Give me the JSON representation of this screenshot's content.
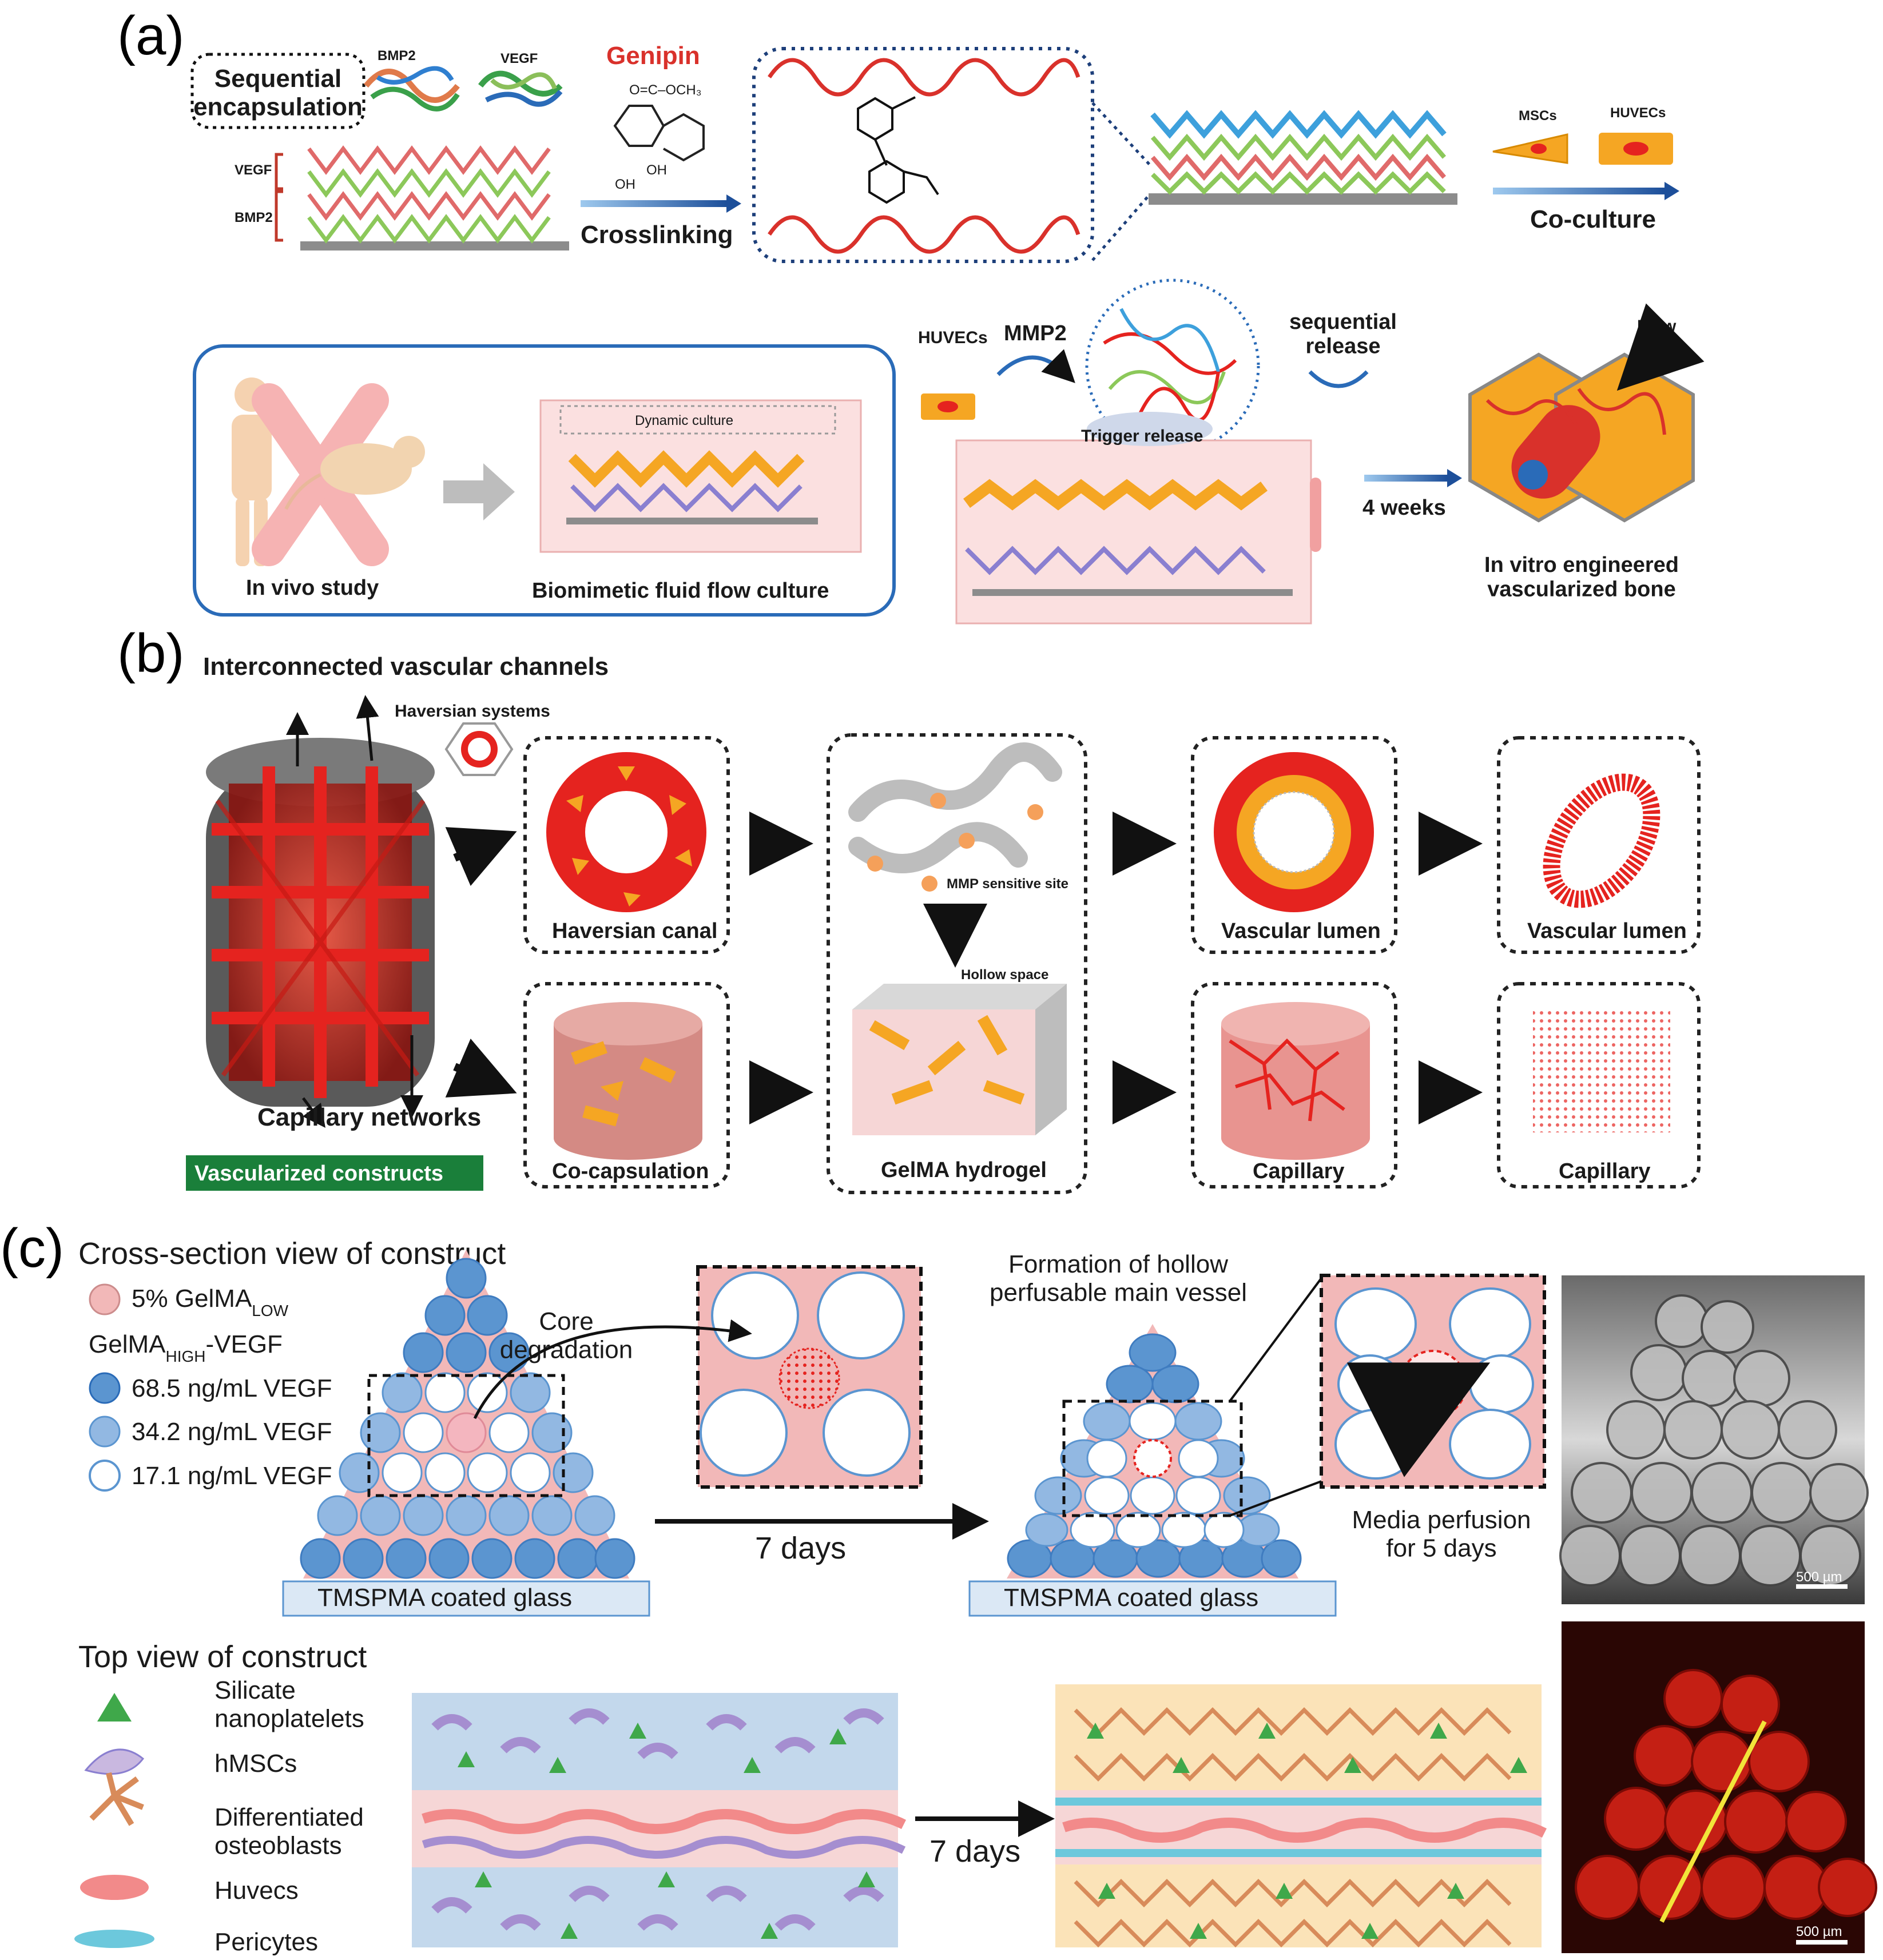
{
  "panels": {
    "a": {
      "label": "(a)",
      "sequential_encapsulation": "Sequential\nencapsulation",
      "bmp2_title": "BMP2",
      "vegf_title": "VEGF",
      "layer_vegf": "VEGF",
      "layer_bmp2": "BMP2",
      "genipin": "Genipin",
      "och3": "O=C–OCH₃",
      "oh1": "OH",
      "oh2": "OH",
      "crosslinking": "Crosslinking",
      "mscs": "MSCs",
      "huvecs_top": "HUVECs",
      "coculture": "Co-culture",
      "huvecs": "HUVECs",
      "mmp2": "MMP2",
      "sequential_release": "sequential\nrelease",
      "trigger_release": "Trigger release",
      "four_weeks": "4 weeks",
      "flow": "Flow",
      "in_vivo": "In vivo study",
      "dynamic_culture": "Dynamic culture",
      "biomimetic": "Biomimetic fluid flow culture",
      "in_vitro": "In vitro engineered\nvascularized bone"
    },
    "b": {
      "label": "(b)",
      "interconnected": "Interconnected vascular channels",
      "haversian_systems": "Haversian systems",
      "capillary_networks": "Capillary networks",
      "vascularized_constructs": "Vascularized constructs",
      "haversian_canal": "Haversian canal",
      "mmp_site": "MMP sensitive site",
      "hollow_space": "Hollow space",
      "gelma": "GelMA hydrogel",
      "co_capsulation": "Co-capsulation",
      "vascular_lumen_1": "Vascular lumen",
      "vascular_lumen_2": "Vascular lumen",
      "capillary_1": "Capillary",
      "capillary_2": "Capillary"
    },
    "c": {
      "label": "(c)",
      "cross_section": "Cross-section view of construct",
      "legend": {
        "gelma_low": "5% GelMA",
        "gelma_low_sub": "LOW",
        "gelma_high": "GelMA",
        "gelma_high_sub": "HIGH",
        "gelma_high_suffix": "-VEGF",
        "vegf_68": "68.5 ng/mL VEGF",
        "vegf_34": "34.2 ng/mL VEGF",
        "vegf_17": "17.1 ng/mL VEGF"
      },
      "core_degradation": "Core\ndegradation",
      "formation": "Formation of hollow\nperfusable main vessel",
      "seven_days_1": "7 days",
      "tmspma_1": "TMSPMA coated glass",
      "tmspma_2": "TMSPMA coated glass",
      "media_perfusion": "Media perfusion\nfor 5 days",
      "scale_1": "500 µm",
      "top_view": "Top view of construct",
      "top_legend": {
        "silicate": "Silicate\nnanoplatelets",
        "hmscs": "hMSCs",
        "osteoblasts": "Differentiated\nosteoblasts",
        "huvecs": "Huvecs",
        "pericytes": "Pericytes"
      },
      "seven_days_2": "7 days",
      "scale_2": "500 µm"
    }
  },
  "colors": {
    "red": "#e5231f",
    "blue_dark": "#5b95d0",
    "blue_mid": "#92b8e2",
    "pink": "#f2b8b8",
    "green_badge": "#1a7f3a",
    "orange_cell": "#f5a623"
  }
}
